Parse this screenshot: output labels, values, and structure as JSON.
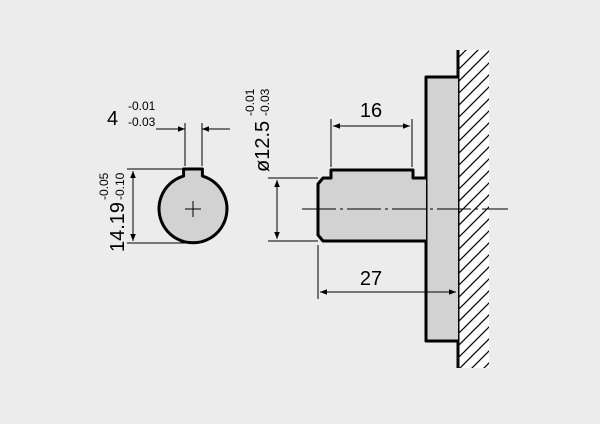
{
  "colors": {
    "background": "#ececec",
    "part_fill": "#d2d2d2",
    "outline": "#000000",
    "hatch_background": "#ffffff"
  },
  "dimensions": {
    "key_width": {
      "value": "4",
      "tol_upper": "-0.01",
      "tol_lower": "-0.03"
    },
    "key_depth": {
      "value": "14.19",
      "tol_upper": "-0.05",
      "tol_lower": "-0.10"
    },
    "shaft_diameter": {
      "value": "ø12.5",
      "tol_upper": "-0.01",
      "tol_lower": "-0.03"
    },
    "key_length": {
      "value": "16"
    },
    "shaft_length": {
      "value": "27"
    }
  }
}
